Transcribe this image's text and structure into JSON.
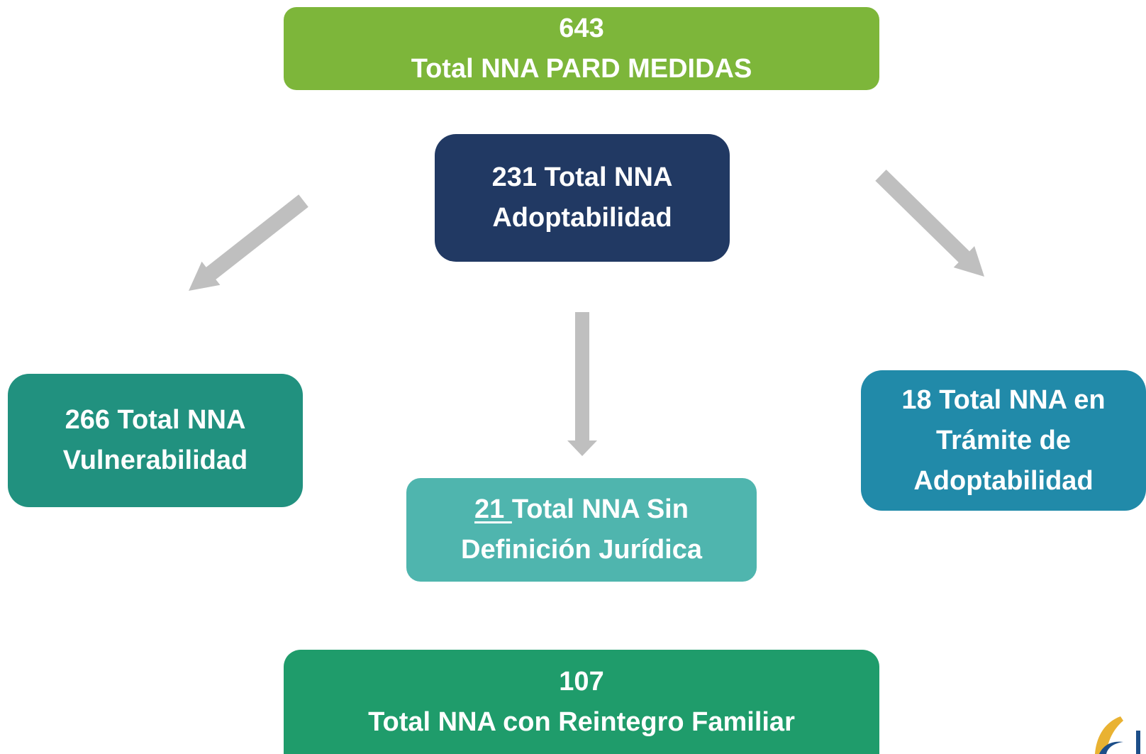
{
  "colors": {
    "top": "#7db63a",
    "adopt": "#213963",
    "vuln": "#21917f",
    "sin": "#4fb5ae",
    "tram": "#218aa9",
    "reint": "#1f9c6b",
    "arrow": "#bfbfbf",
    "logo_gold": "#e9b232",
    "logo_blue": "#1d4e89"
  },
  "diagram": {
    "top": {
      "line1": "643",
      "line2": "Total NNA PARD MEDIDAS"
    },
    "adopt": {
      "line1": "231 Total NNA",
      "line2": "Adoptabilidad"
    },
    "vuln": {
      "line1": "266 Total NNA",
      "line2": "Vulnerabilidad"
    },
    "sin": {
      "number": "21 ",
      "line1_rest": "Total NNA Sin",
      "line2": "Definición Jurídica"
    },
    "tram": {
      "line1": "18 Total NNA en",
      "line2": "Trámite de",
      "line3": "Adoptabilidad"
    },
    "reint": {
      "line1": "107",
      "line2": "Total NNA con Reintegro Familiar"
    }
  }
}
